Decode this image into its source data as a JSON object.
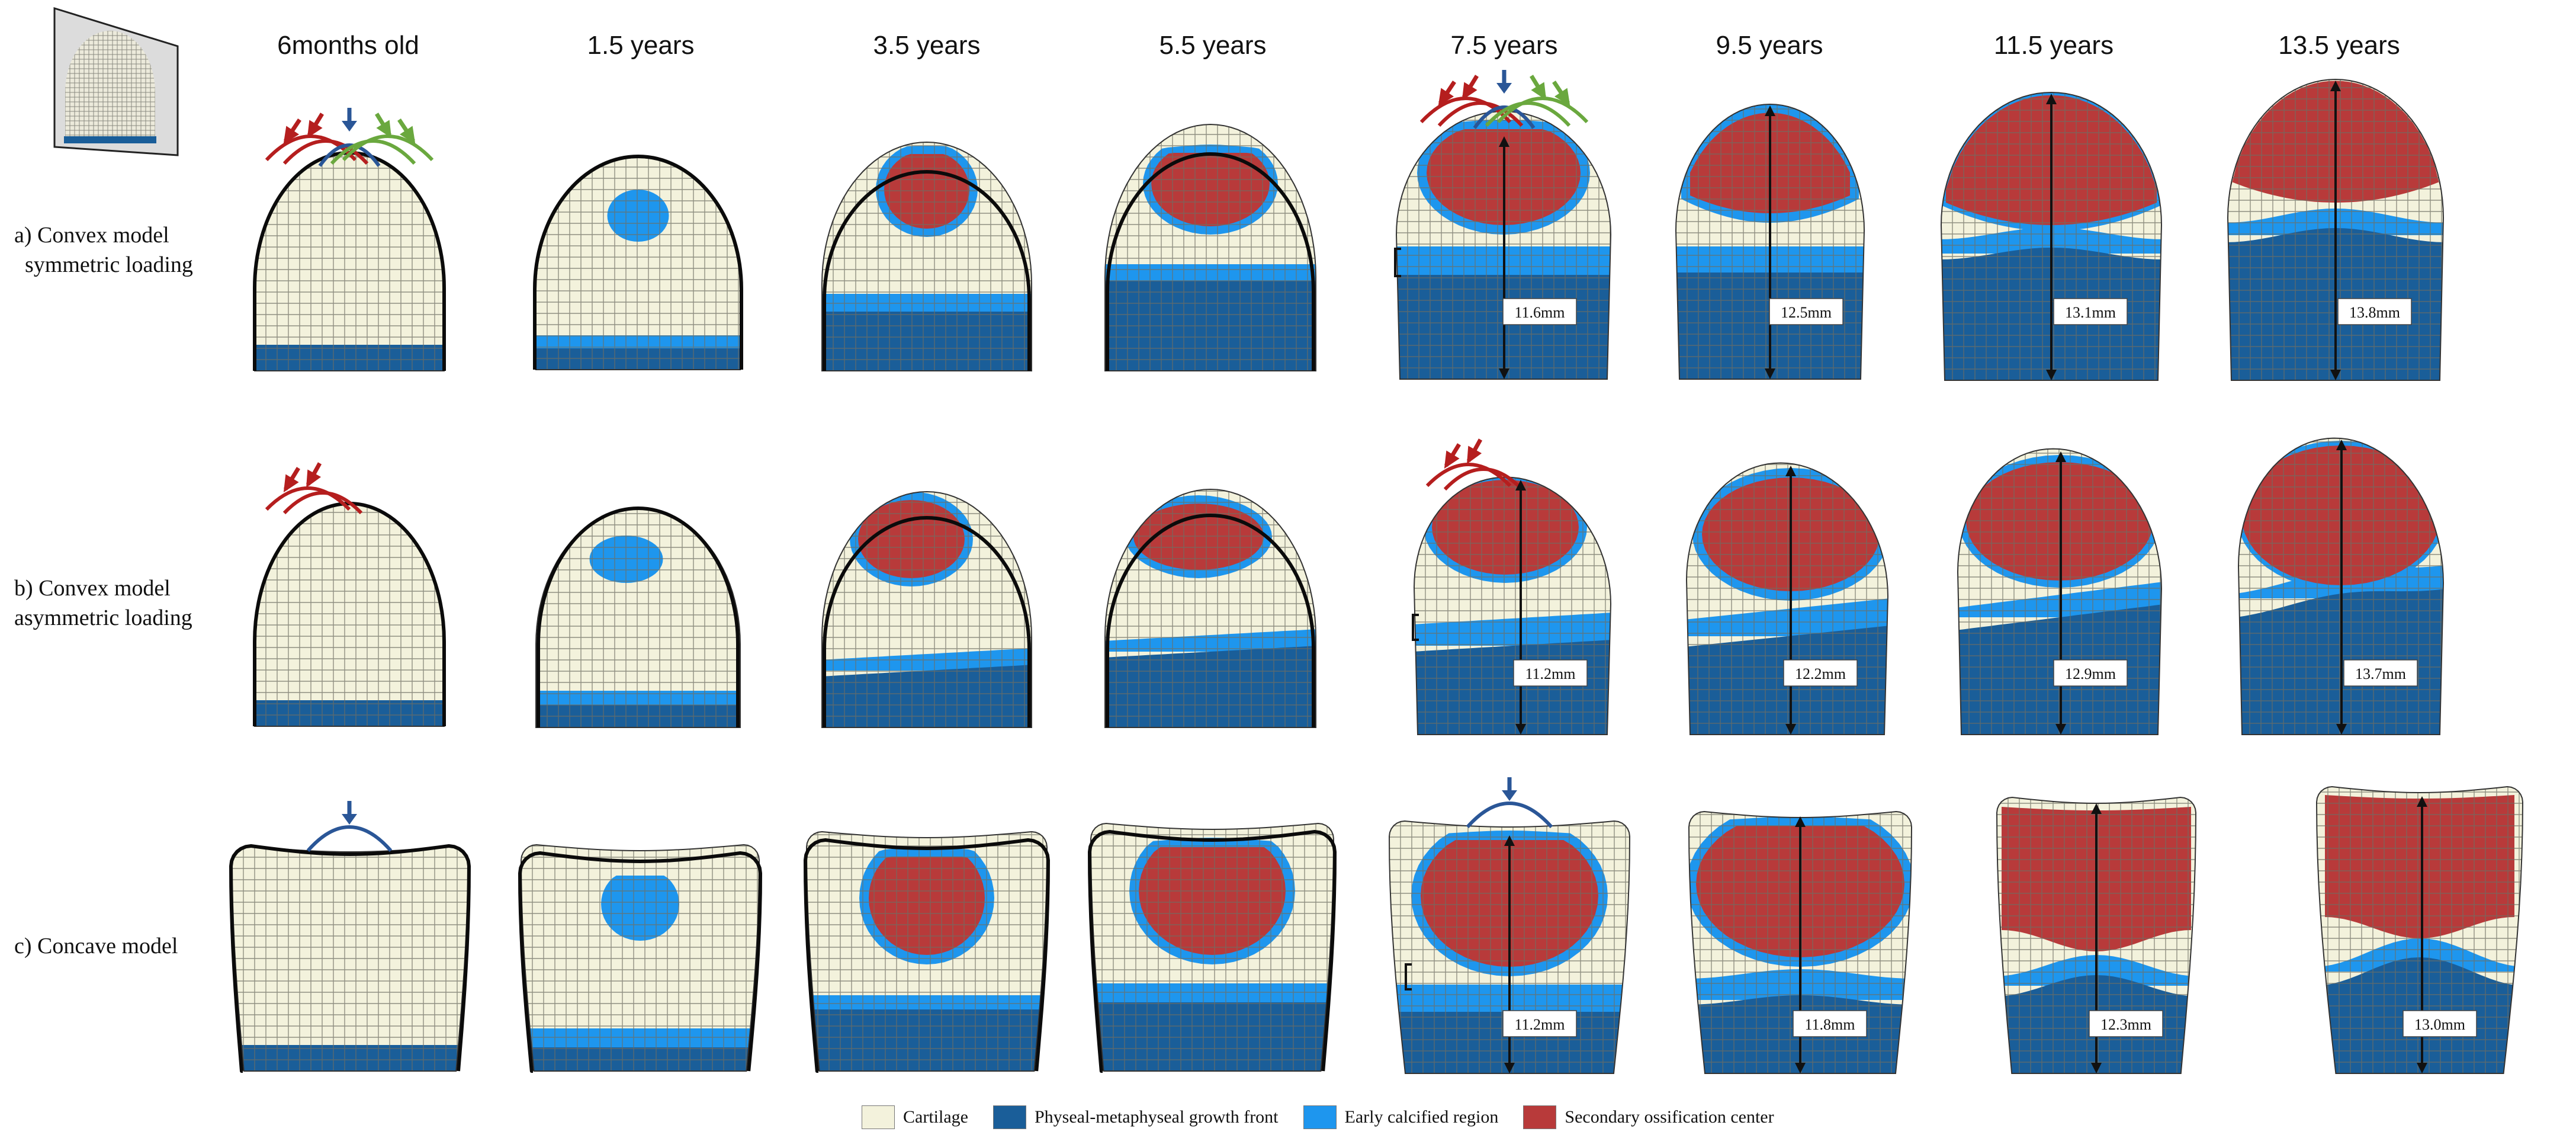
{
  "colors": {
    "cartilage": "#f3f2dc",
    "growth_front": "#1a5e99",
    "early_calcified": "#1e96ee",
    "soc": "#b83a3a",
    "grid": "#6f6f64",
    "outline": "#0b0b0b",
    "load_red": "#b51e1e",
    "load_green": "#6aa83e",
    "load_blue": "#2a5697"
  },
  "columns": [
    "6months old",
    "1.5 years",
    "3.5 years",
    "5.5 years",
    "7.5 years",
    "9.5 years",
    "11.5 years",
    "13.5 years"
  ],
  "rows": [
    {
      "label_line1": "a) Convex model",
      "label_line2": "symmetric loading",
      "measurements": [
        "11.6mm",
        "12.5mm",
        "13.1mm",
        "13.8mm"
      ]
    },
    {
      "label_line1": "b) Convex model",
      "label_line2": "asymmetric loading",
      "measurements": [
        "11.2mm",
        "12.2mm",
        "12.9mm",
        "13.7mm"
      ]
    },
    {
      "label_line1": "c) Concave model",
      "label_line2": "",
      "measurements": [
        "11.2mm",
        "11.8mm",
        "12.3mm",
        "13.0mm"
      ]
    }
  ],
  "legend": [
    {
      "label": "Cartilage",
      "color": "#f3f2dc"
    },
    {
      "label": "Physeal-metaphyseal growth front",
      "color": "#1a5e99"
    },
    {
      "label": "Early calcified region",
      "color": "#1e96ee"
    },
    {
      "label": "Secondary ossification center",
      "color": "#b83a3a"
    }
  ]
}
